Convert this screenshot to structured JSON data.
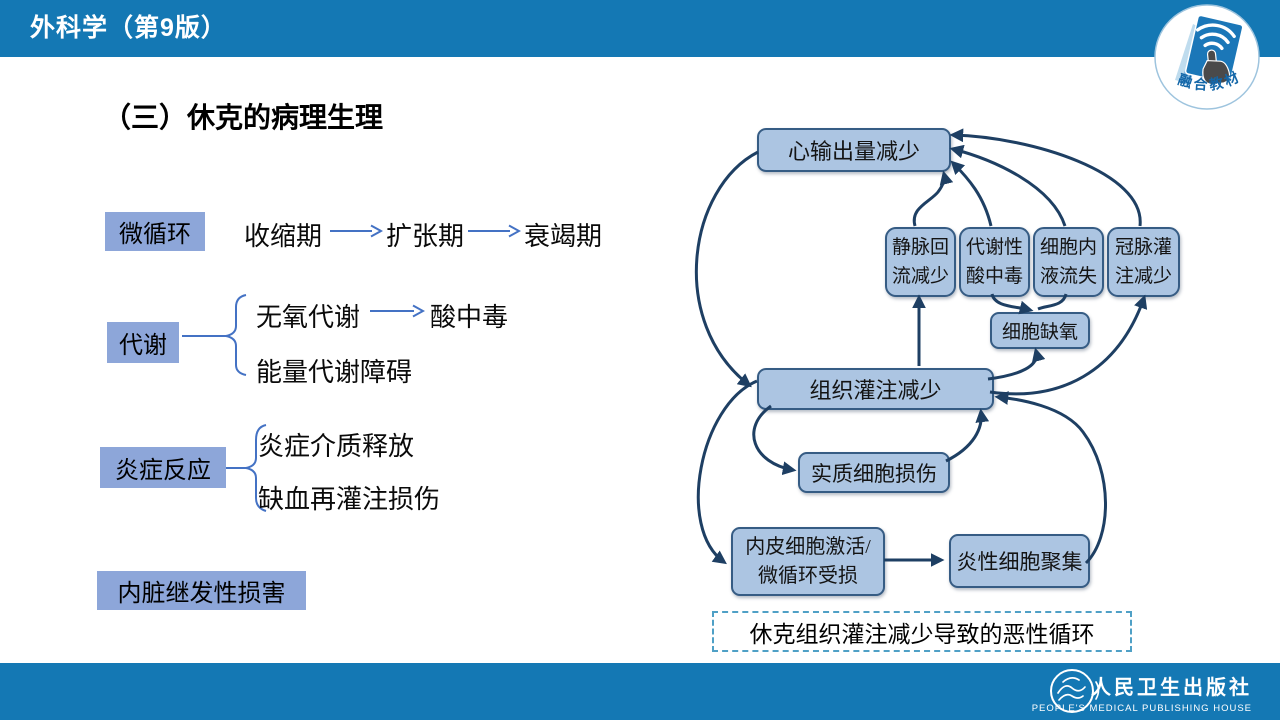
{
  "header": {
    "title": "外科学（第9版）",
    "badge": "融合教材"
  },
  "main": {
    "heading": "（三）休克的病理生理",
    "outline": {
      "row1": {
        "label": "微循环",
        "items": [
          "收缩期",
          "扩张期",
          "衰竭期"
        ]
      },
      "row2": {
        "label": "代谢",
        "item1": "无氧代谢",
        "item1_result": "酸中毒",
        "item2": "能量代谢障碍"
      },
      "row3": {
        "label": "炎症反应",
        "item1": "炎症介质释放",
        "item2": "缺血再灌注损伤"
      },
      "row4": {
        "label": "内脏继发性损害"
      }
    },
    "diagram": {
      "nodes": {
        "cardiac_output": "心输出量减少",
        "venous_return": "静脉回流减少",
        "metabolic_acidosis": "代谢性酸中毒",
        "intracellular_fluid_loss": "细胞内液流失",
        "coronary_perfusion": "冠脉灌注减少",
        "cell_hypoxia": "细胞缺氧",
        "tissue_perfusion": "组织灌注减少",
        "parenchymal_injury": "实质细胞损伤",
        "endothelial_activation": "内皮细胞激活/\n微循环受损",
        "inflammatory_aggregation": "炎性细胞聚集"
      },
      "caption": "休克组织灌注减少导致的恶性循环"
    }
  },
  "footer": {
    "publisher_cn": "人民卫生出版社",
    "publisher_en": "PEOPLE'S MEDICAL PUBLISHING HOUSE"
  },
  "colors": {
    "bar_blue": "#1478B4",
    "label_bg": "#8DA6D9",
    "node_fill": "#ACC5E2",
    "node_border": "#365C84",
    "arrow_dark": "#1E3F63",
    "arrow_blue": "#4472C4",
    "caption_border": "#4FA0C6"
  }
}
